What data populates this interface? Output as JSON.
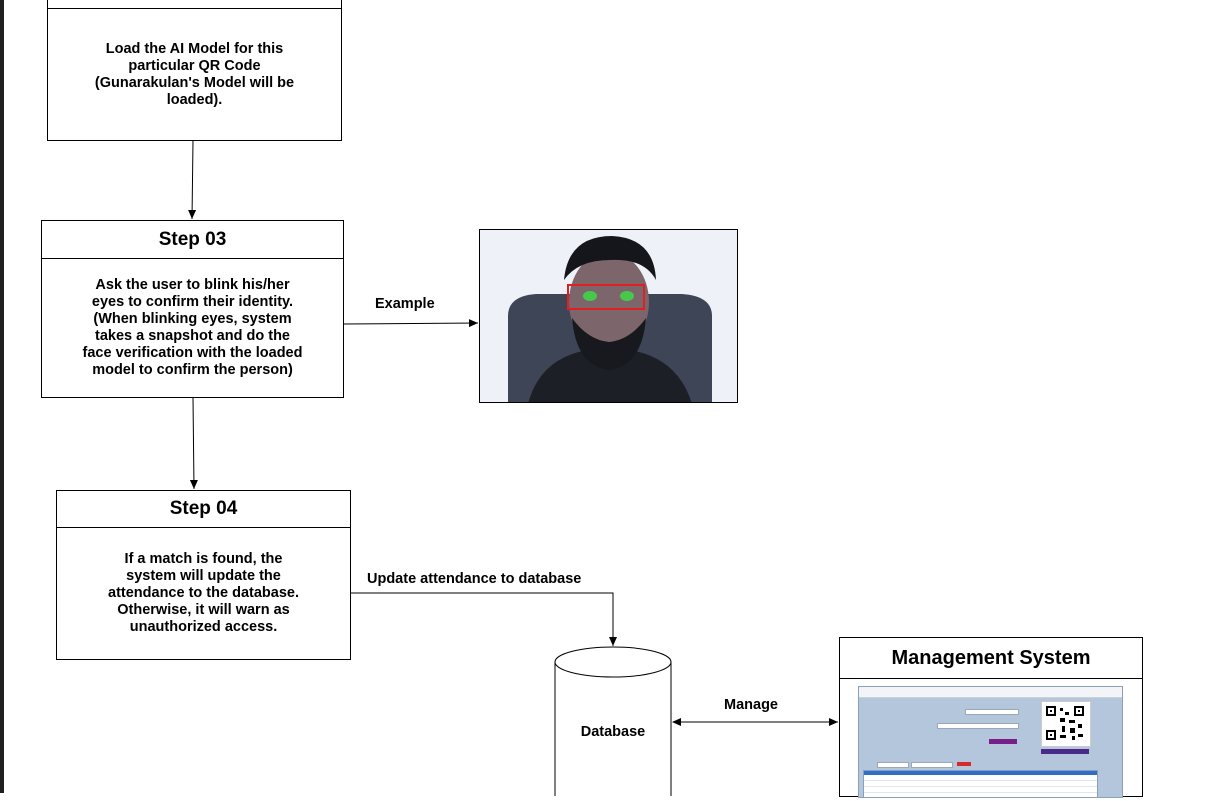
{
  "step02": {
    "body": "Load the AI Model for this particular QR Code (Gunarakulan's Model will be loaded)."
  },
  "step03": {
    "title": "Step 03",
    "body": "Ask the user to blink his/her eyes to confirm their identity. (When blinking eyes, system takes a snapshot and do the face verification with the loaded model to confirm the person)"
  },
  "step04": {
    "title": "Step 04",
    "body": "If a match is found, the system will update the attendance to the database. Otherwise, it will warn as unauthorized access."
  },
  "edges": {
    "example": "Example",
    "update_attendance": "Update attendance to database",
    "manage": "Manage"
  },
  "database": {
    "label": "Database"
  },
  "management": {
    "title": "Management System"
  },
  "colors": {
    "highlight_box": "#e02020",
    "line": "#000000",
    "screen_bg": "#b3c6dc"
  }
}
